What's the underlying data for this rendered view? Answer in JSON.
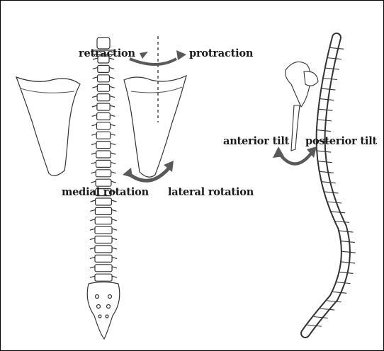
{
  "labels": {
    "retraction": "retraction",
    "protraction": "protraction",
    "medial_rotation": "medial rotation",
    "lateral_rotation": "lateral rotation",
    "anterior_tilt": "anterior tilt",
    "posterior_tilt": "posterior tilt"
  },
  "colors": {
    "arrow": "#595959",
    "line": "#333333",
    "background": "#ffffff"
  }
}
